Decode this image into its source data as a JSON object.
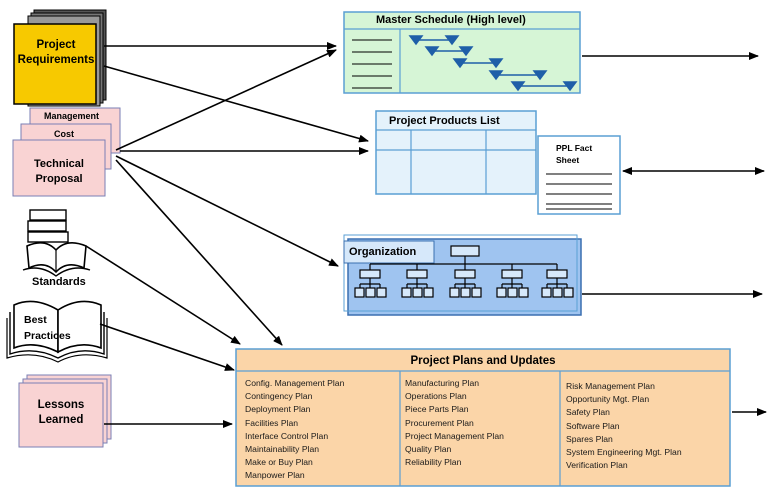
{
  "inputs": {
    "project_requirements": "Project Requirements",
    "management": "Management",
    "cost": "Cost",
    "technical_proposal": "Technical Proposal",
    "standards": "Standards",
    "best_practices": "Best Practices",
    "lessons_learned": "Lessons Learned"
  },
  "outputs": {
    "master_schedule": "Master Schedule (High level)",
    "products_list": "Project Products List",
    "ppl_fact_sheet": "PPL Fact Sheet",
    "organization": "Organization",
    "plans_title": "Project Plans and Updates",
    "plans_col1": [
      "Config. Management Plan",
      "Contingency Plan",
      "Deployment Plan",
      "Facilities Plan",
      "Interface Control Plan",
      "Maintainability Plan",
      "Make or Buy Plan",
      "Manpower Plan"
    ],
    "plans_col2": [
      "Manufacturing Plan",
      "Operations Plan",
      "Piece Parts Plan",
      "Procurement Plan",
      "Project Management Plan",
      "Quality Plan",
      "Reliability Plan"
    ],
    "plans_col3": [
      "Risk Management Plan",
      "Opportunity Mgt. Plan",
      "Safety Plan",
      "Software Plan",
      "Spares Plan",
      "System Engineering Mgt. Plan",
      "Verification Plan"
    ]
  },
  "colors": {
    "requirements_fill": "#f7c900",
    "proposal_fill": "#f9d3d3",
    "schedule_fill": "#d6f5d6",
    "products_fill": "#e4f2fb",
    "organization_fill": "#9fc4f0",
    "plans_fill": "#fbd5a8"
  }
}
